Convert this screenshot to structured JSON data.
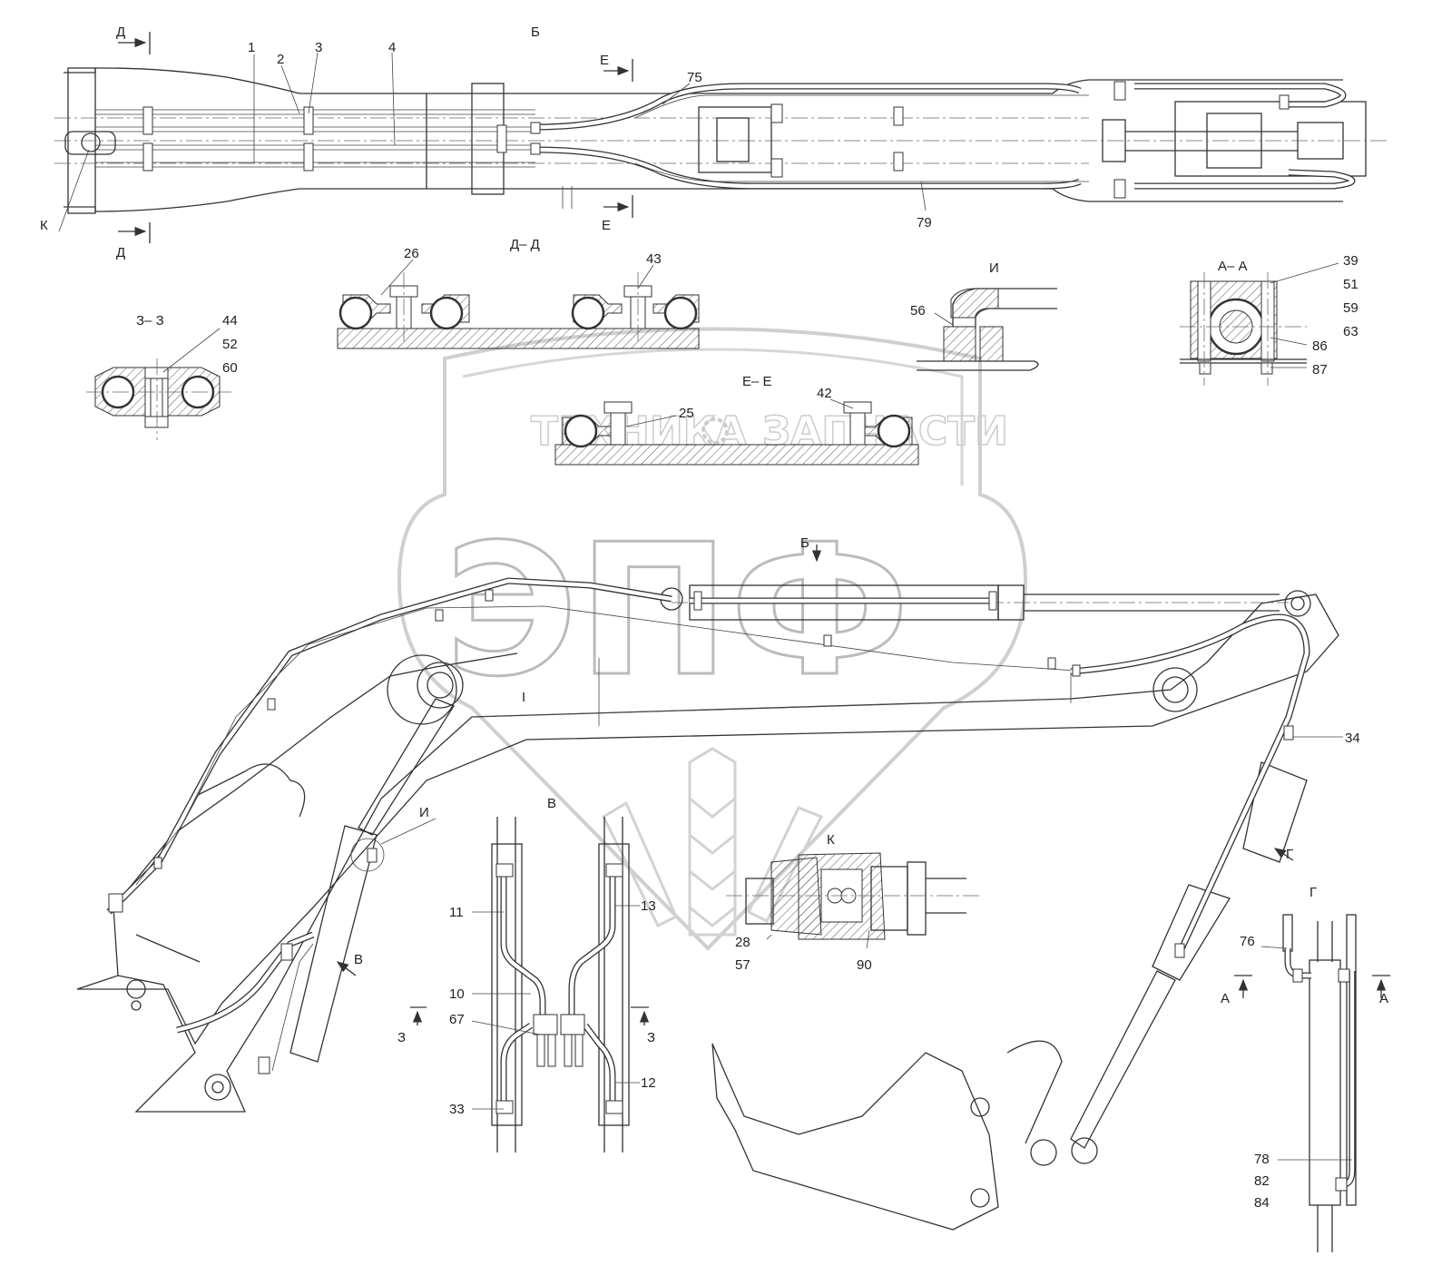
{
  "watermark": {
    "logo_text": "ЭПФ",
    "brand_left": "ТЕХНИКА",
    "brand_right": "ЗАПЧАСТИ"
  },
  "view_titles": {
    "b": "Б",
    "d_d": "Д– Д",
    "e_e": "Е– Е",
    "z_z": "З– З",
    "a_a": "А– А",
    "i": "И",
    "v": "В",
    "k": "К",
    "g": "Г"
  },
  "section_marks": {
    "d": "Д",
    "e": "Е",
    "k": "К",
    "a": "А",
    "z": "З",
    "b": "Б",
    "i": "И",
    "g": "Г",
    "v": "В",
    "roman_i": "I"
  },
  "part_labels": {
    "p1": "1",
    "p2": "2",
    "p3": "3",
    "p4": "4",
    "p75": "75",
    "p79": "79",
    "p26": "26",
    "p43": "43",
    "p25": "25",
    "p42": "42",
    "p44": "44",
    "p52": "52",
    "p60": "60",
    "p56": "56",
    "p39": "39",
    "p51": "51",
    "p59": "59",
    "p63": "63",
    "p86": "86",
    "p87": "87",
    "p34": "34",
    "p11": "11",
    "p10": "10",
    "p67": "67",
    "p33": "33",
    "p13": "13",
    "p12": "12",
    "p28": "28",
    "p57": "57",
    "p90": "90",
    "p76": "76",
    "p78": "78",
    "p82": "82",
    "p84": "84"
  }
}
